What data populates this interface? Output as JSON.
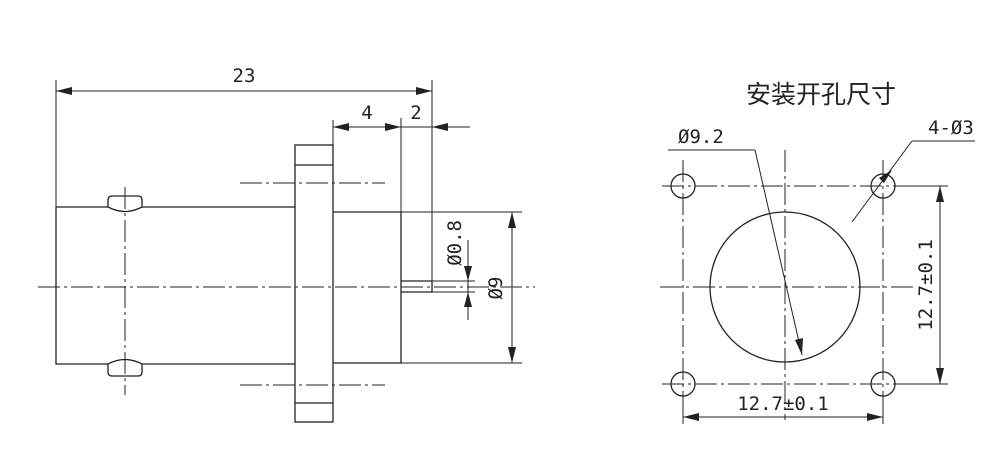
{
  "connector_view": {
    "dim_overall_length": "23",
    "dim_flange_to_body": "4",
    "dim_pin_length": "2",
    "dim_pin_diameter": "Ø0.8",
    "dim_body_diameter": "Ø9"
  },
  "mounting_view": {
    "title": "安装开孔尺寸",
    "dim_center_hole": "Ø9.2",
    "dim_mount_holes": "4-Ø3",
    "dim_horizontal_spacing": "12.7±0.1",
    "dim_vertical_spacing": "12.7±0.1"
  }
}
